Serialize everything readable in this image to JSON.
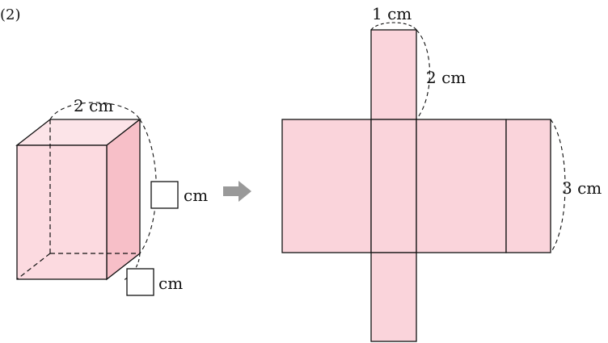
{
  "problem": {
    "number": "(2)"
  },
  "colors": {
    "face_front": "#fbd3da",
    "face_top": "#fce4e8",
    "face_side": "#f7bfc8",
    "net_fill": "#fad4db",
    "stroke": "#111111",
    "arrow": "#999999"
  },
  "prism": {
    "top_edge_label": "2 cm",
    "height_unit": "cm",
    "depth_unit": "cm"
  },
  "net": {
    "top_label": "1 cm",
    "side_label": "2 cm",
    "right_label": "3 cm"
  }
}
